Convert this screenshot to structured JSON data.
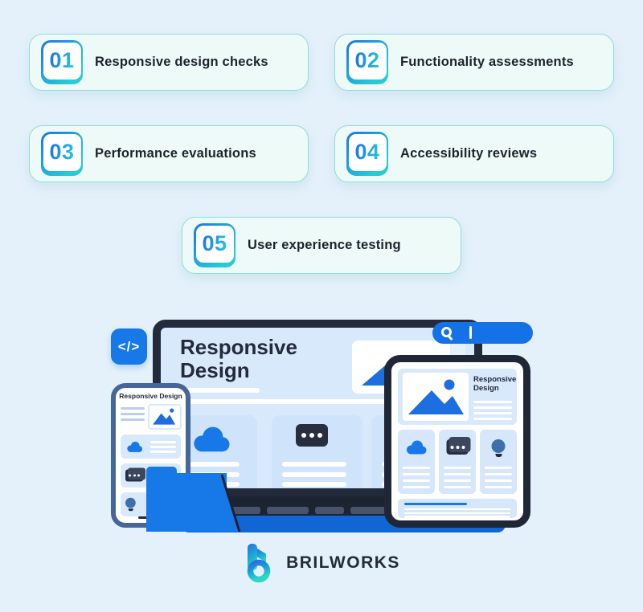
{
  "title": "Website testing checklist infographic",
  "steps": [
    {
      "number": "01",
      "label": "Responsive design checks"
    },
    {
      "number": "02",
      "label": "Functionality assessments"
    },
    {
      "number": "03",
      "label": "Performance evaluations"
    },
    {
      "number": "04",
      "label": "Accessibility reviews"
    },
    {
      "number": "05",
      "label": "User experience testing"
    }
  ],
  "illustration": {
    "code_icon_glyph": "</>",
    "laptop": {
      "heading": "Responsive Design"
    },
    "phone": {
      "heading": "Responsive Design"
    },
    "tablet": {
      "heading": "Responsive Design"
    }
  },
  "footer": {
    "brand": "BRILWORKS"
  },
  "colors": {
    "page_bg": "#e4f1fa",
    "card_bg": "#eefaf8",
    "card_border": "#8edcd9",
    "accent_blue": "#1778e8",
    "accent_teal": "#26cbd3",
    "dark_navy": "#222a3c",
    "screen_blue": "#d9e9fc",
    "panel_blue": "#cfe3fa",
    "phone_frame": "#446699",
    "tablet_frame": "#1f2636",
    "search_pill": "#1472e6",
    "laptop_base": "#1166d6"
  },
  "icons": {
    "code-icon": "</>",
    "search-icon": "magnifier",
    "text-cursor-icon": "|",
    "cloud-icon": "cloud",
    "chat-icon": "message-bubble-with-dots",
    "bulb-icon": "lightbulb",
    "image-placeholder-icon": "mountains-photo",
    "folder-icon": "open-folder",
    "brilworks-logo-icon": "gradient-b-mark"
  }
}
